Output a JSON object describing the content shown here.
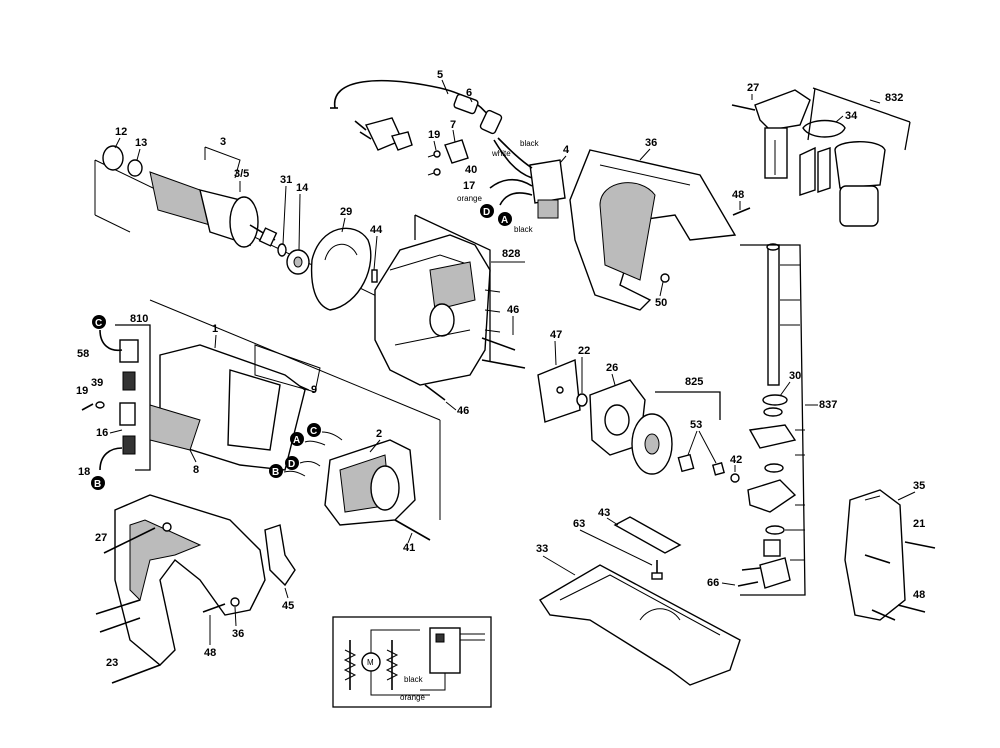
{
  "part_labels": [
    {
      "id": "p5",
      "text": "5"
    },
    {
      "id": "p6",
      "text": "6"
    },
    {
      "id": "p7",
      "text": "7"
    },
    {
      "id": "p4",
      "text": "4"
    },
    {
      "id": "p19a",
      "text": "19"
    },
    {
      "id": "p40",
      "text": "40"
    },
    {
      "id": "p17",
      "text": "17"
    },
    {
      "id": "p12",
      "text": "12"
    },
    {
      "id": "p13",
      "text": "13"
    },
    {
      "id": "p3",
      "text": "3"
    },
    {
      "id": "p35b",
      "text": "3/5"
    },
    {
      "id": "p31",
      "text": "31"
    },
    {
      "id": "p14",
      "text": "14"
    },
    {
      "id": "p29",
      "text": "29"
    },
    {
      "id": "p44",
      "text": "44"
    },
    {
      "id": "p828",
      "text": "828"
    },
    {
      "id": "p36a",
      "text": "36"
    },
    {
      "id": "p48a",
      "text": "48"
    },
    {
      "id": "p50",
      "text": "50"
    },
    {
      "id": "p27a",
      "text": "27"
    },
    {
      "id": "p832",
      "text": "832"
    },
    {
      "id": "p34",
      "text": "34"
    },
    {
      "id": "p810",
      "text": "810"
    },
    {
      "id": "p58",
      "text": "58"
    },
    {
      "id": "p1",
      "text": "1"
    },
    {
      "id": "p9",
      "text": "9"
    },
    {
      "id": "p19b",
      "text": "19"
    },
    {
      "id": "p39",
      "text": "39"
    },
    {
      "id": "p16",
      "text": "16"
    },
    {
      "id": "p18",
      "text": "18"
    },
    {
      "id": "p8",
      "text": "8"
    },
    {
      "id": "p46a",
      "text": "46"
    },
    {
      "id": "p46b",
      "text": "46"
    },
    {
      "id": "p47",
      "text": "47"
    },
    {
      "id": "p22",
      "text": "22"
    },
    {
      "id": "p26",
      "text": "26"
    },
    {
      "id": "p825",
      "text": "825"
    },
    {
      "id": "p30",
      "text": "30"
    },
    {
      "id": "p837",
      "text": "837"
    },
    {
      "id": "p53",
      "text": "53"
    },
    {
      "id": "p42",
      "text": "42"
    },
    {
      "id": "p2",
      "text": "2"
    },
    {
      "id": "p41",
      "text": "41"
    },
    {
      "id": "p27b",
      "text": "27"
    },
    {
      "id": "p45",
      "text": "45"
    },
    {
      "id": "p36b",
      "text": "36"
    },
    {
      "id": "p48b",
      "text": "48"
    },
    {
      "id": "p23",
      "text": "23"
    },
    {
      "id": "p43",
      "text": "43"
    },
    {
      "id": "p63",
      "text": "63"
    },
    {
      "id": "p33",
      "text": "33"
    },
    {
      "id": "p35",
      "text": "35"
    },
    {
      "id": "p21",
      "text": "21"
    },
    {
      "id": "p48c",
      "text": "48"
    },
    {
      "id": "p66",
      "text": "66"
    }
  ],
  "wire_labels": {
    "black_top": "black",
    "white": "white",
    "orange_top": "orange",
    "black_a": "black",
    "black_schematic": "black",
    "orange_schematic": "orange"
  },
  "connector_letters": {
    "a_top": "A",
    "d_top": "D",
    "c_left": "C",
    "b_left": "B",
    "a_stator": "A",
    "c_stator": "C",
    "d_stator": "D",
    "b_stator": "B"
  },
  "schematic_motor_symbol": "M",
  "colors": {
    "line": "#000000",
    "background": "#ffffff",
    "shade": "#bbbbbb"
  }
}
